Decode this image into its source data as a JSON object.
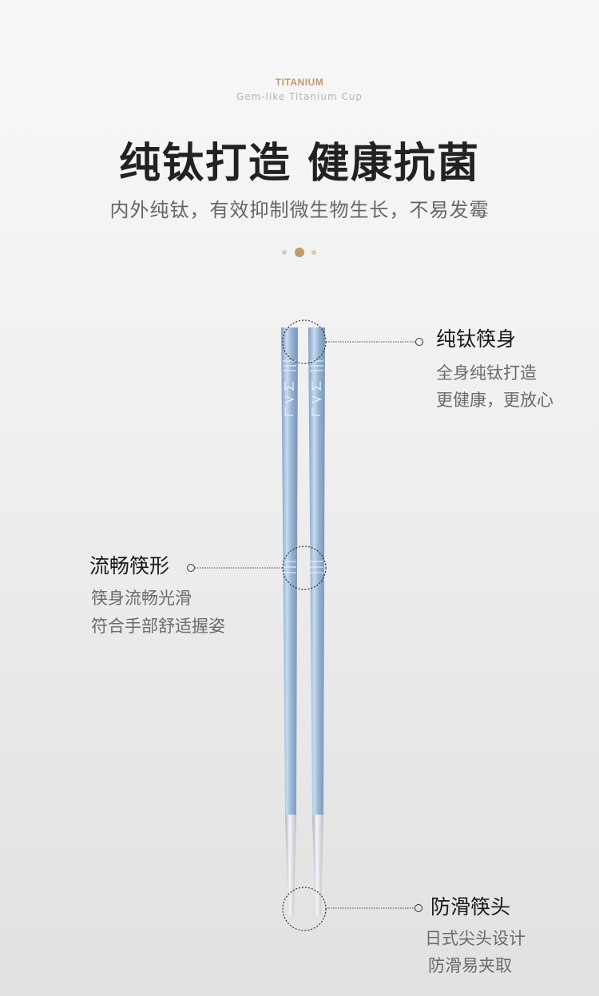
{
  "header": {
    "brand": "TITANIUM",
    "tagline": "Gem-like Titanium Cup",
    "title": "纯钛打造 健康抗菌",
    "subtitle": "内外纯钛，有效抑制微生物生长，不易发霉"
  },
  "pager": {
    "dots": 3,
    "active_index": 1
  },
  "callouts": {
    "top": {
      "title": "纯钛筷身",
      "line1": "全身纯钛打造",
      "line2": "更健康，更放心"
    },
    "middle": {
      "title": "流畅筷形",
      "line1": "筷身流畅光滑",
      "line2": "符合手部舒适握姿"
    },
    "bottom": {
      "title": "防滑筷头",
      "line1": "日式尖头设计",
      "line2": "防滑易夹取"
    }
  },
  "colors": {
    "accent": "#c09a6b",
    "tagline": "#b5b5b5",
    "title": "#222222",
    "subtitle": "#666666",
    "callout_title": "#1a1a1a",
    "callout_text": "#6b6b6b",
    "chopstick_blue": "#9ab6d4",
    "tip_silver": "#d6d9dd"
  }
}
